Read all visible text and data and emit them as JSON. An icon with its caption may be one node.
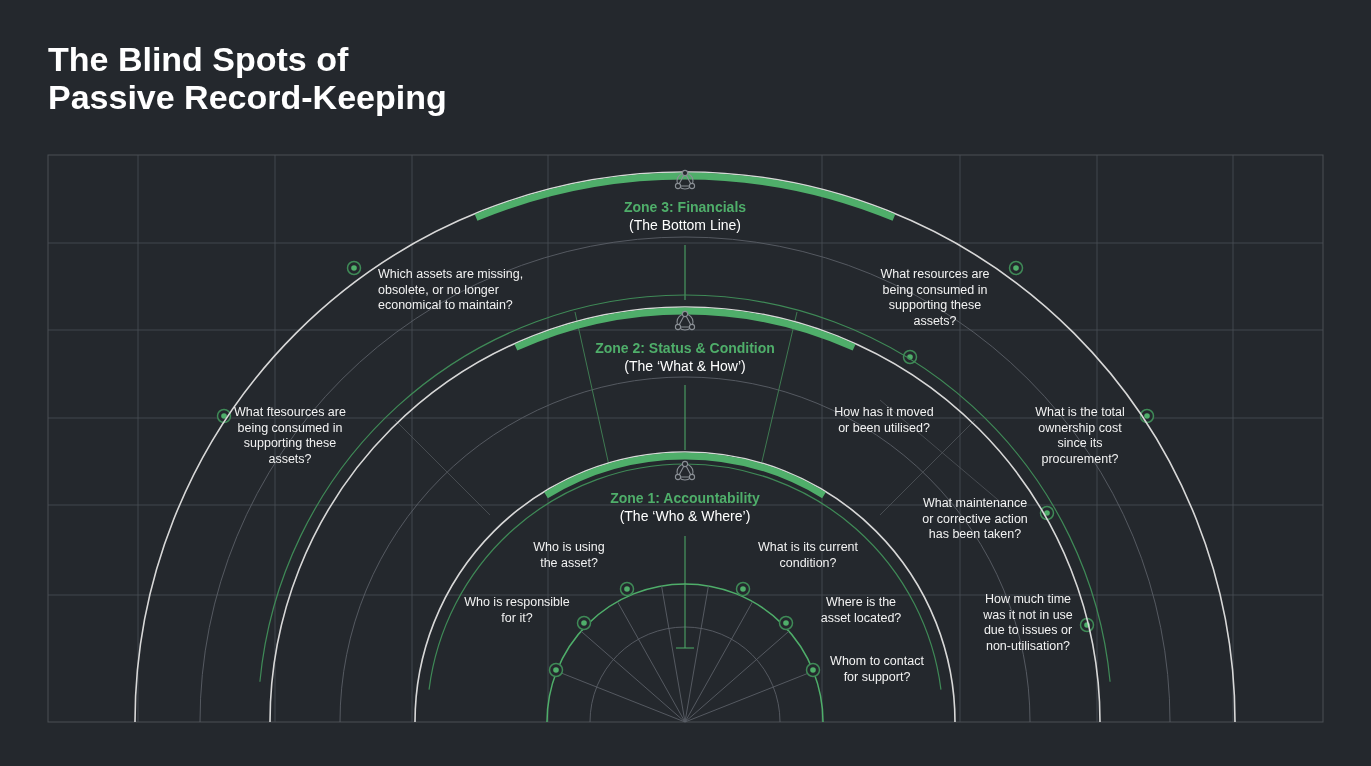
{
  "diagram": {
    "title": "The Blind Spots of Passive Record-Keeping",
    "nodes": [
      {
        "text": [
          "Zone 3: Financials",
          "(The Bottom Line)"
        ]
      },
      {
        "text": [
          "Zone 2: Status & Condition",
          "(The ‘What & How’)"
        ],
        "in": 0
      },
      {
        "text": [
          "Zone 1: Accountability",
          "(The ‘Who & Where’)"
        ],
        "in": 1
      }
    ],
    "edges": [],
    "labels": [
      "Which assets are missing, obsolete, or no longer economical to maintain?",
      "What resources are being consumed in supporting these assets?",
      "What ftesources are being consumed in supporting these assets?",
      "How has it moved or been utilised?",
      "What is the total ownership cost since its procurement?",
      "What maintenance or corrective action has been taken?",
      "Who is using the asset?",
      "What is its current condition?",
      "Who is responsible for it?",
      "Where is the asset located?",
      "How much time was it not in use due to issues or non-utilisation?",
      "Whom to contact for support?"
    ]
  }
}
